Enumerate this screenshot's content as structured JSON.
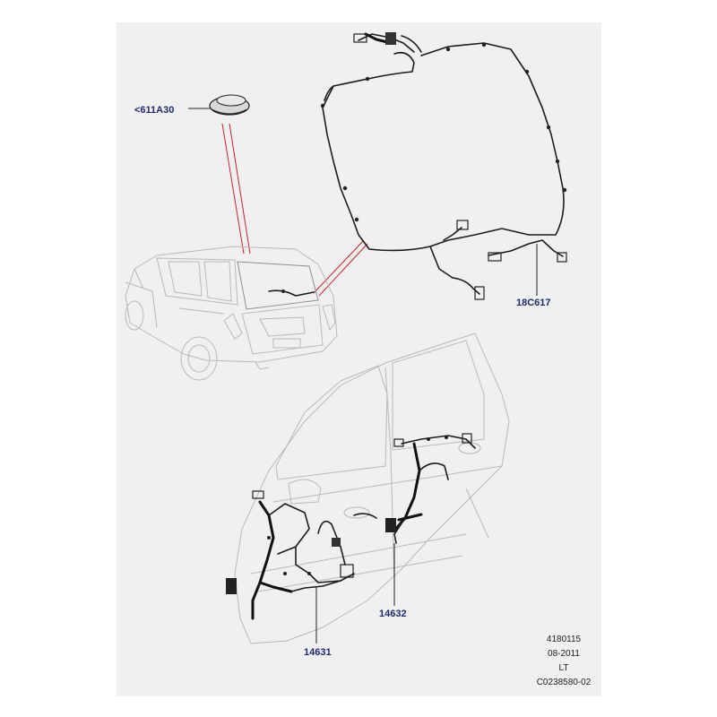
{
  "callouts": {
    "part_611a30": "<611A30",
    "part_18c617": "18C617",
    "part_14632": "14632",
    "part_14631": "14631"
  },
  "reference_block": {
    "line1": "4180115",
    "line2": "08-2011",
    "line3": "LT",
    "line4": "C0238580-02"
  },
  "colors": {
    "callout_text": "#1f2a6b",
    "highlight_leader": "#c8202a",
    "panel_background": "#f0f0f1"
  }
}
